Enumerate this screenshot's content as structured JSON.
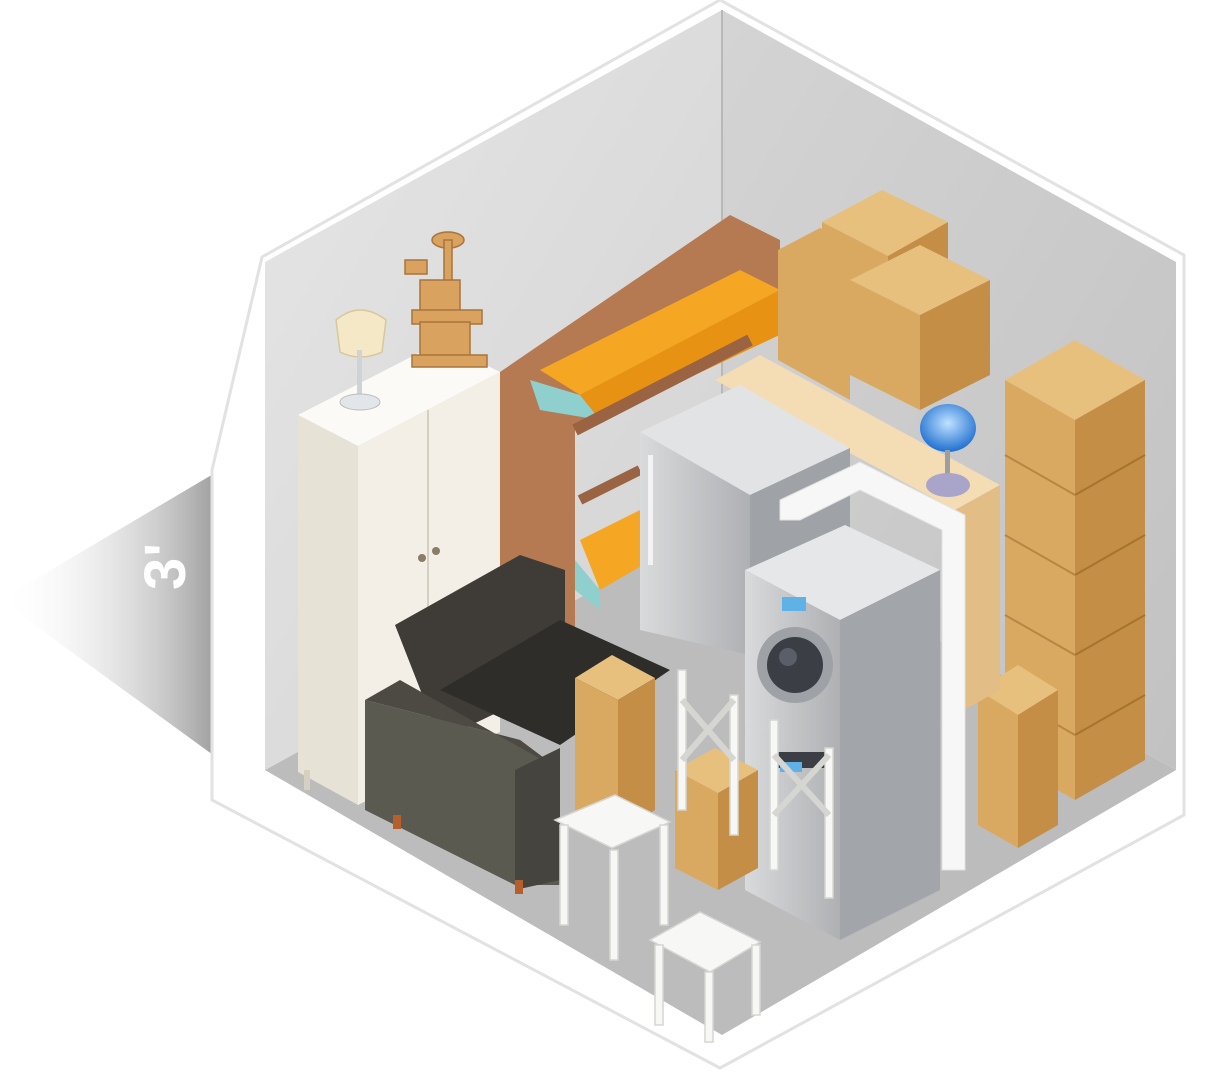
{
  "dimension_label": "3'",
  "colors": {
    "wall_left": "#dcdcdc",
    "wall_right": "#c9c9c9",
    "floor": "#bdbdbd",
    "box_top": "#e8c07e",
    "box_left": "#d9a962",
    "box_right": "#c48e46",
    "bed_frame": "#b57a52",
    "mattress": "#f5a623",
    "wardrobe": "#f3efe6",
    "sofa": "#4d4a44",
    "appliance": "#c7c9cc",
    "chair": "#f7f7f5",
    "lamp_blue": "#2a7fe0"
  },
  "icons": [
    "shadow-gradient",
    "storage-unit",
    "wardrobe",
    "cat-tree",
    "table-lamp",
    "bunk-bed",
    "cardboard-box",
    "refrigerator",
    "washing-machine",
    "dryer",
    "armchair",
    "bar-chair",
    "desk-lamp"
  ]
}
